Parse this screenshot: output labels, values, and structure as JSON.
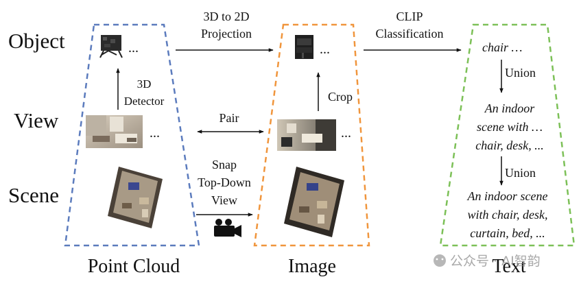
{
  "row_labels": {
    "object": "Object",
    "view": "View",
    "scene": "Scene"
  },
  "column_labels": {
    "point_cloud": "Point Cloud",
    "image": "Image",
    "text": "Text"
  },
  "arrows": {
    "projection": [
      "3D to 2D",
      "Projection"
    ],
    "clip": [
      "CLIP",
      "Classification"
    ],
    "detector": [
      "3D",
      "Detector"
    ],
    "pair": "Pair",
    "crop": "Crop",
    "snap": [
      "Snap",
      "Top-Down",
      "View"
    ],
    "union_1": "Union",
    "union_2": "Union"
  },
  "ellipsis": "...",
  "ellipsis_unicode": "…",
  "text_column": {
    "object": "chair …",
    "view_caption": [
      "An indoor",
      "scene with …",
      "chair, desk, ..."
    ],
    "scene_caption": [
      "An indoor scene",
      "with chair, desk,",
      "curtain, bed, ..."
    ]
  },
  "watermark": "公众号 · AI智韵",
  "colors": {
    "point_cloud_border": "#5b7bbd",
    "image_border": "#f0953c",
    "text_border": "#7cc057"
  }
}
